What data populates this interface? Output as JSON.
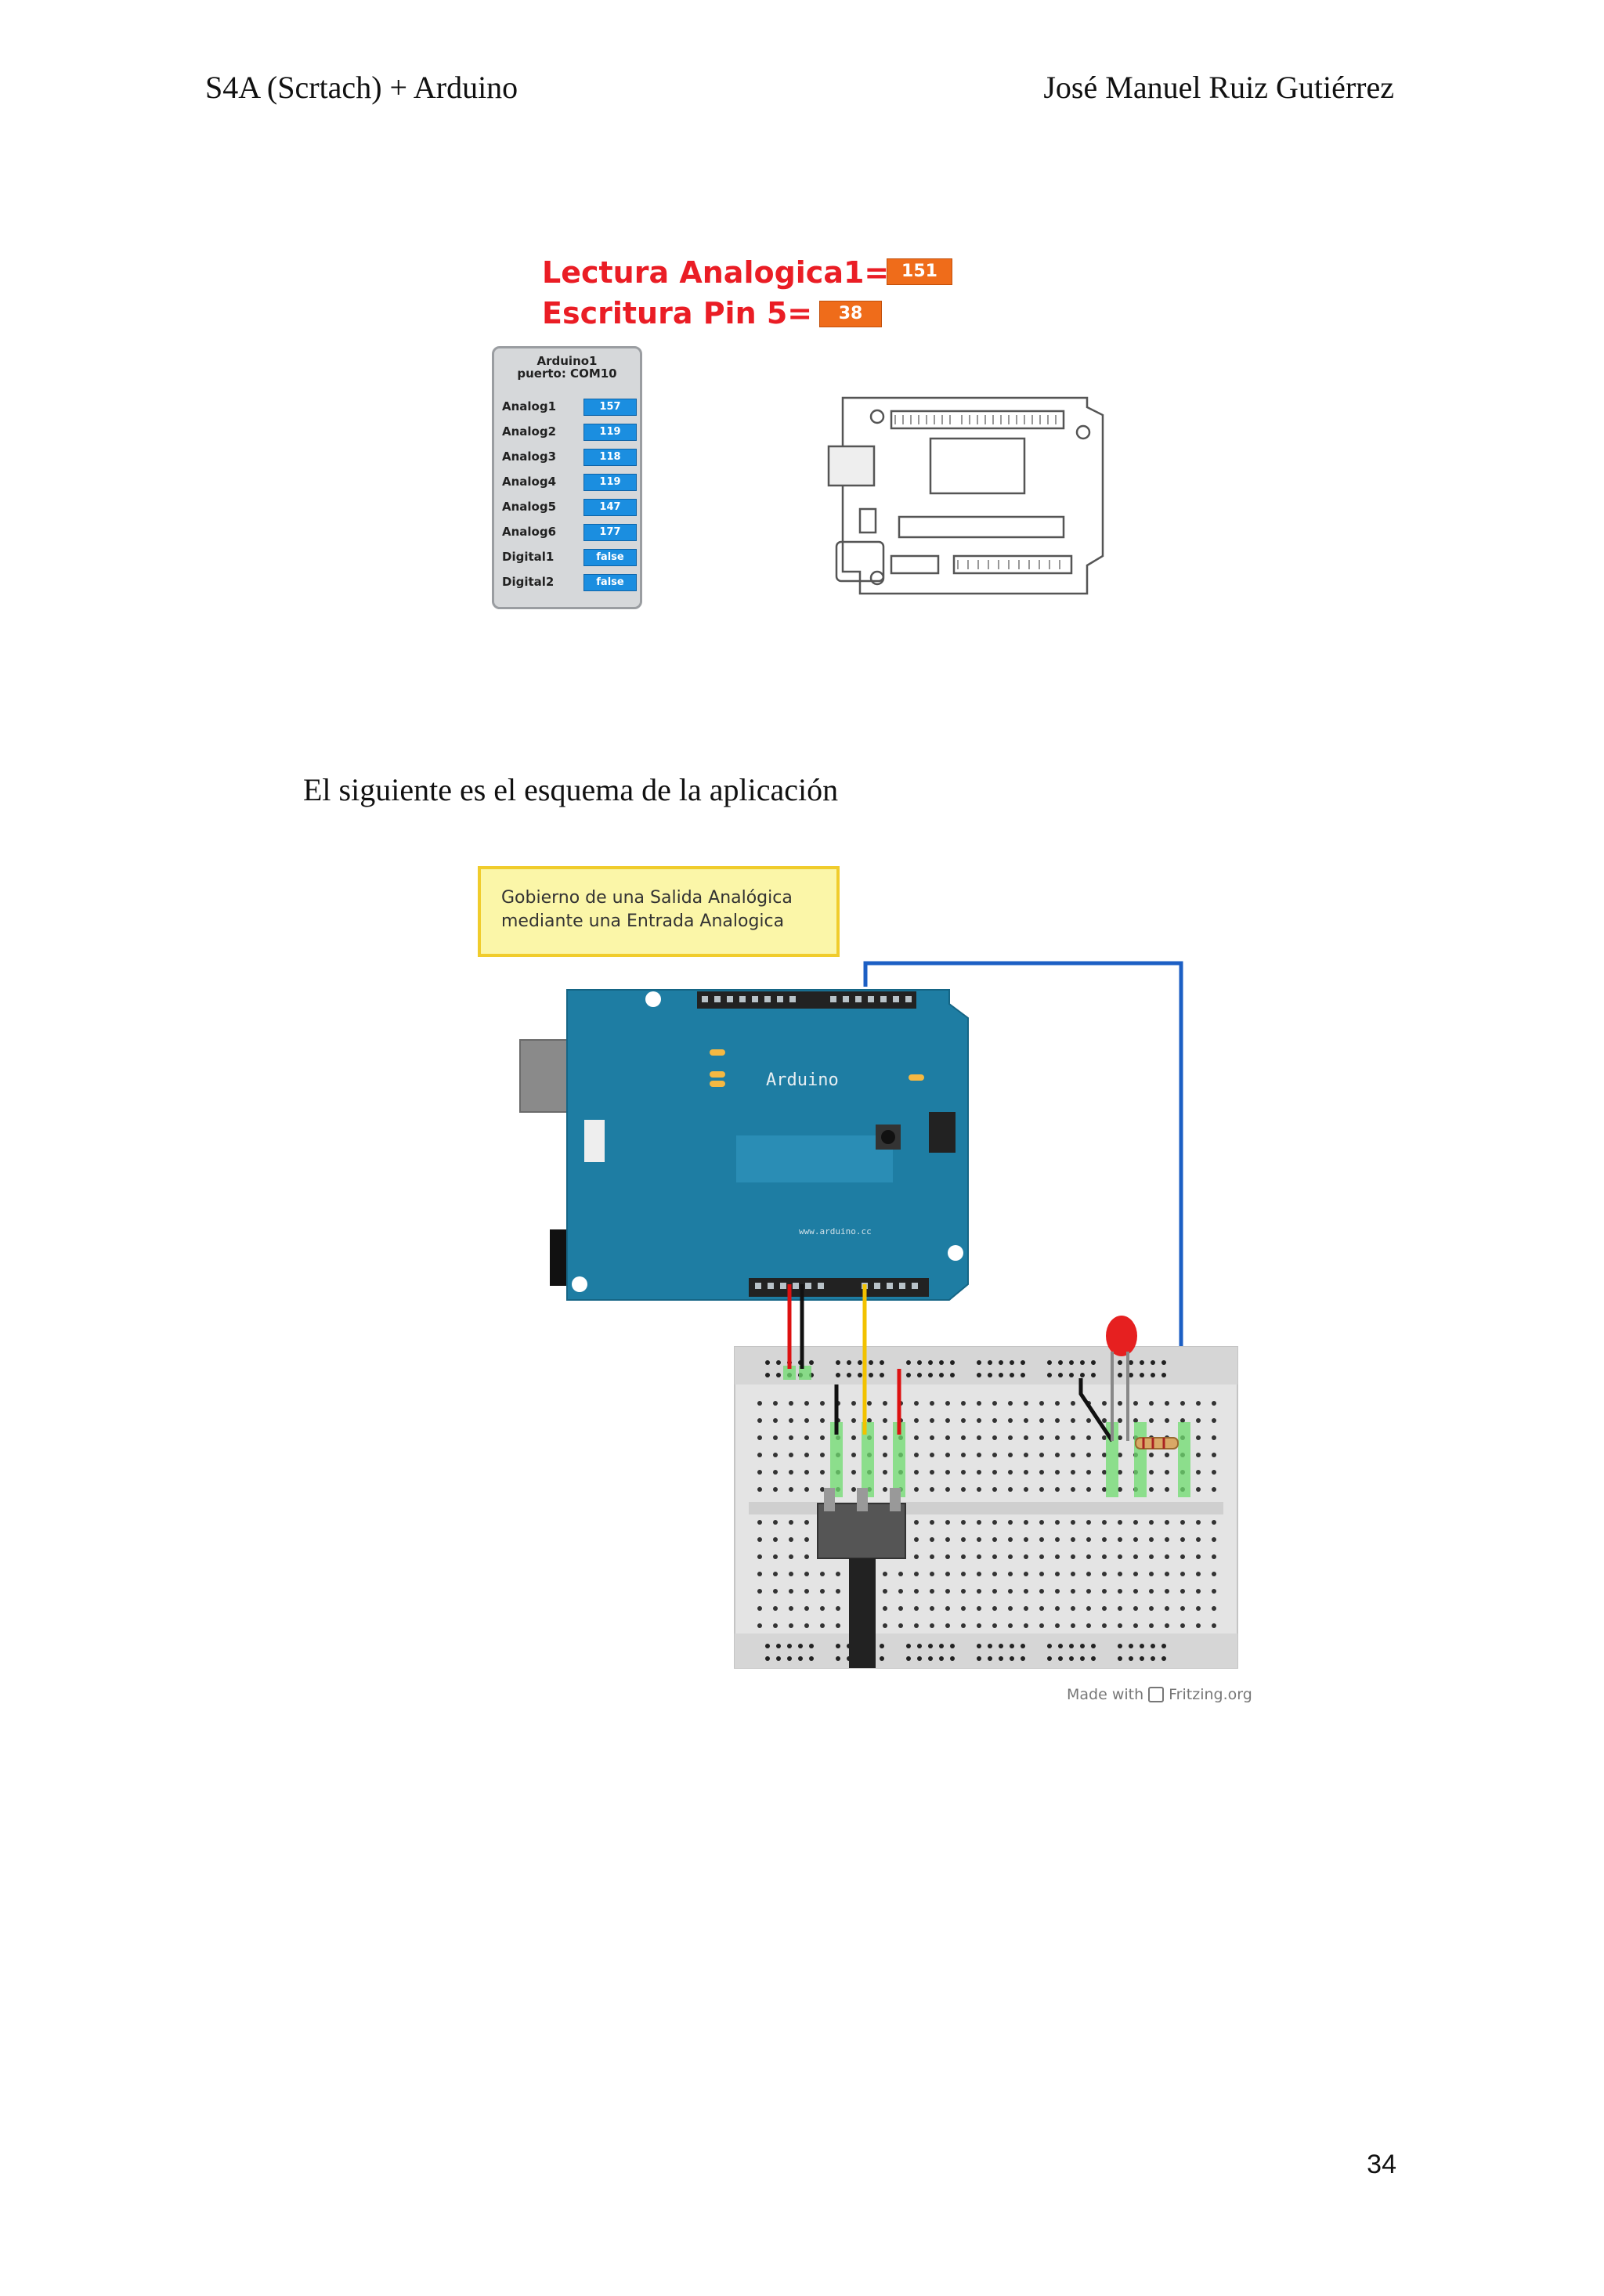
{
  "header": {
    "left": "S4A (Scrtach) + Arduino",
    "right": "José Manuel Ruiz Gutiérrez"
  },
  "stage_variables": [
    {
      "label": "Lectura Analogica1=",
      "value": "151"
    },
    {
      "label": "Escritura Pin 5=",
      "value": "38"
    }
  ],
  "sensor_panel": {
    "title_line1": "Arduino1",
    "title_line2": "puerto: COM10",
    "rows": [
      {
        "name": "Analog1",
        "value": "157"
      },
      {
        "name": "Analog2",
        "value": "119"
      },
      {
        "name": "Analog3",
        "value": "118"
      },
      {
        "name": "Analog4",
        "value": "119"
      },
      {
        "name": "Analog5",
        "value": "147"
      },
      {
        "name": "Analog6",
        "value": "177"
      },
      {
        "name": "Digital1",
        "value": "false"
      },
      {
        "name": "Digital2",
        "value": "false"
      }
    ]
  },
  "caption": "El siguiente es el esquema de la aplicación",
  "schematic": {
    "note": "Gobierno de una Salida Analógica\nmediante una Entrada Analogica",
    "board_label": "Arduino",
    "board_url": "www.arduino.cc",
    "credit_prefix": "Made with",
    "credit_brand": "Fritzing.org"
  },
  "page_number": "34"
}
